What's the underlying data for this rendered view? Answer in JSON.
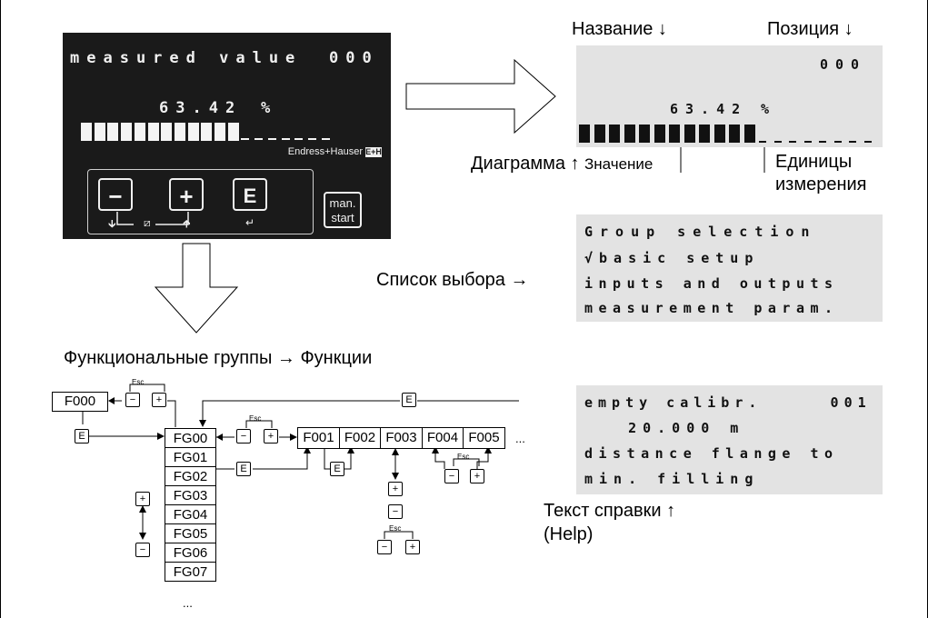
{
  "device": {
    "display": {
      "line1_label": "measured value",
      "line1_position": "000",
      "value": "63.42",
      "unit": "%",
      "bar_filled": 12,
      "bar_total": 19
    },
    "brand": "Endress+Hauser",
    "brand_logo": "E+H",
    "keys": {
      "minus": "−",
      "plus": "+",
      "enter": "E"
    },
    "man_start": [
      "man.",
      "start"
    ]
  },
  "annotated_display": {
    "header_name": "Название ↓",
    "header_position": "Позиция ↓",
    "position": "000",
    "value": "63.42",
    "unit": "%",
    "bar_filled": 12,
    "bar_total": 20,
    "label_diagram": "Диаграмма ↑",
    "label_value": "Значение",
    "label_units_1": "Единицы",
    "label_units_2": "измерения"
  },
  "selection": {
    "label": "Список выбора →",
    "lines": [
      "Group selection",
      "√basic setup",
      " inputs and outputs",
      " measurement param."
    ]
  },
  "help_display": {
    "lines": [
      "empty calibr.     001",
      "   20.000 m",
      "distance flange to",
      "min. filling"
    ],
    "label_1": "Текст справки ↑",
    "label_2": "(Help)"
  },
  "structure": {
    "title": "Функциональные группы → Функции",
    "f000": "F000",
    "groups": [
      "FG00",
      "FG01",
      "FG02",
      "FG03",
      "FG04",
      "FG05",
      "FG06",
      "FG07"
    ],
    "groups_more": "...",
    "functions": [
      "F001",
      "F002",
      "F003",
      "F004",
      "F005"
    ],
    "functions_more": "...",
    "esc": "Esc",
    "key_minus": "−",
    "key_plus": "+",
    "key_e": "E"
  }
}
